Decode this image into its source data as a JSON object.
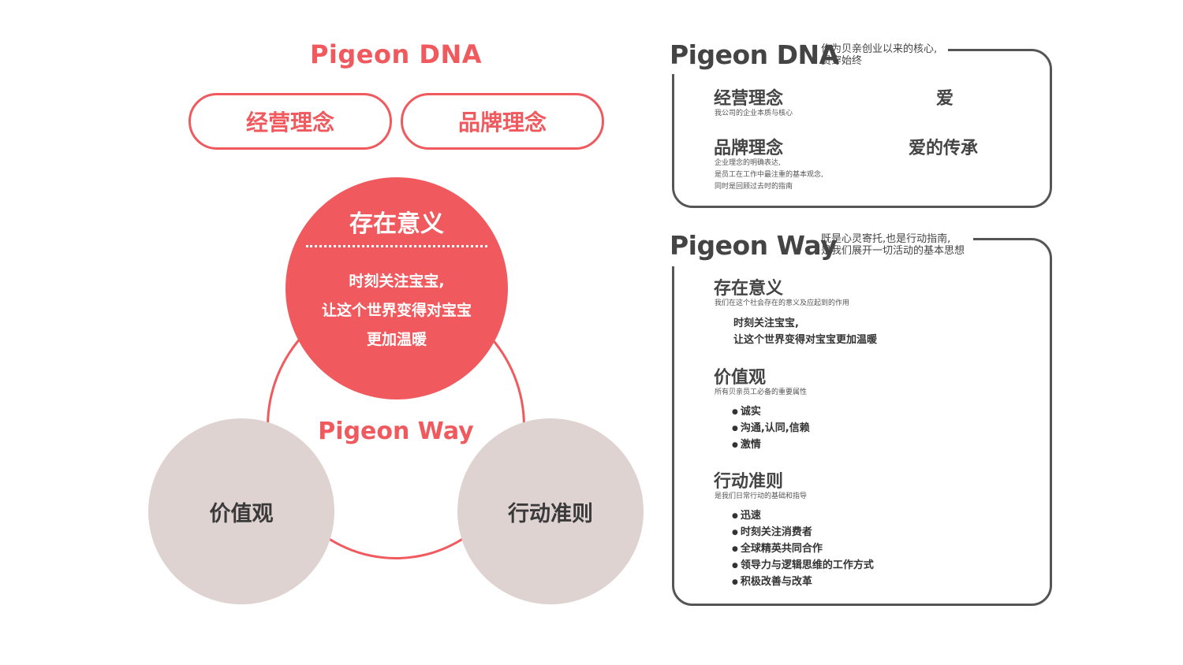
{
  "left": {
    "dna_title": "Pigeon DNA",
    "pill_management": "经营理念",
    "pill_brand": "品牌理念",
    "core_title": "存在意义",
    "core_text_lines": [
      "时刻关注宝宝,",
      "让这个世界变得对宝宝",
      "更加温暖"
    ],
    "way_title": "Pigeon Way",
    "values_label": "价值观",
    "conduct_label": "行动准则"
  },
  "dna_panel": {
    "title": "Pigeon DNA",
    "desc_lines": [
      "作为贝亲创业以来的核心,",
      "贯穿始终"
    ],
    "management": {
      "label": "经营理念",
      "note": "我公司的企业本质与核心",
      "value": "爱"
    },
    "brand": {
      "label": "品牌理念",
      "note_lines": [
        "企业理念的明确表达,",
        "是员工在工作中最注重的基本观念,",
        "同时是回顾过去时的指南"
      ],
      "value": "爱的传承"
    }
  },
  "way_panel": {
    "title": "Pigeon Way",
    "desc_lines": [
      "既是心灵寄托,也是行动指南,",
      "是我们展开一切活动的基本思想"
    ],
    "existence": {
      "label": "存在意义",
      "note": "我们在这个社会存在的意义及应起到的作用",
      "quote_lines": [
        "时刻关注宝宝,",
        "让这个世界变得对宝宝更加温暖"
      ]
    },
    "values": {
      "label": "价值观",
      "note": "所有贝亲员工必备的重要属性",
      "items": [
        "诚实",
        "沟通,认同,信赖",
        "激情"
      ]
    },
    "conduct": {
      "label": "行动准则",
      "note": "是我们日常行动的基础和指导",
      "items": [
        "迅速",
        "时刻关注消费者",
        "全球精英共同合作",
        "领导力与逻辑思维的工作方式",
        "积极改善与改革"
      ]
    }
  },
  "colors": {
    "accent": "#f05a5e",
    "grey_circle": "#dfd3d2",
    "text_dark": "#444444"
  }
}
